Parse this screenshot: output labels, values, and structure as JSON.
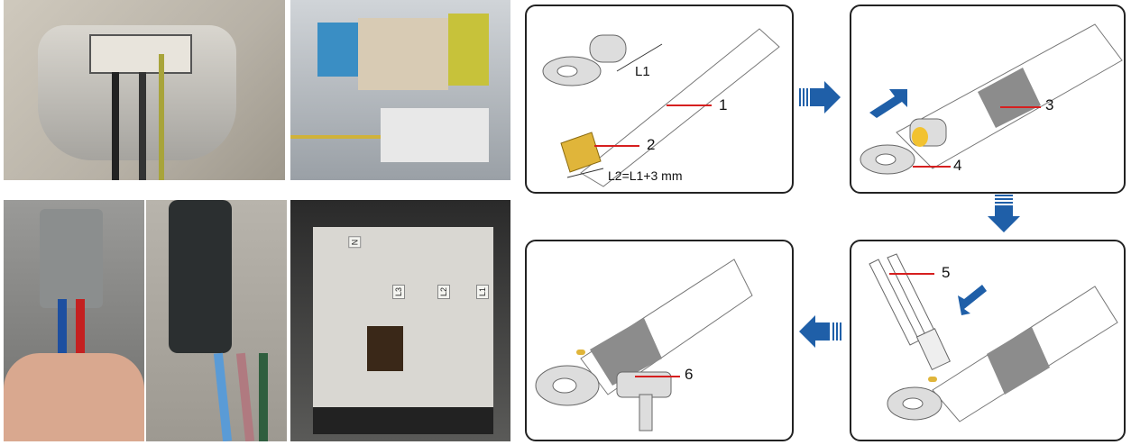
{
  "photos": {
    "breaker_labels": [
      "N",
      "L3",
      "L2",
      "L1"
    ]
  },
  "diagram": {
    "step1": {
      "callouts": [
        "1",
        "2"
      ],
      "dim_l1": "L1",
      "dim_l2": "L2=L1+3 mm"
    },
    "step2": {
      "callouts": [
        "3",
        "4"
      ]
    },
    "step3": {
      "callouts": [
        "5"
      ]
    },
    "step4": {
      "callouts": [
        "6"
      ]
    },
    "colors": {
      "arrow": "#1f5fa8",
      "callout_line": "#d61f1f",
      "sleeve": "#8c8c8c",
      "conductor": "#e0b53a"
    }
  }
}
